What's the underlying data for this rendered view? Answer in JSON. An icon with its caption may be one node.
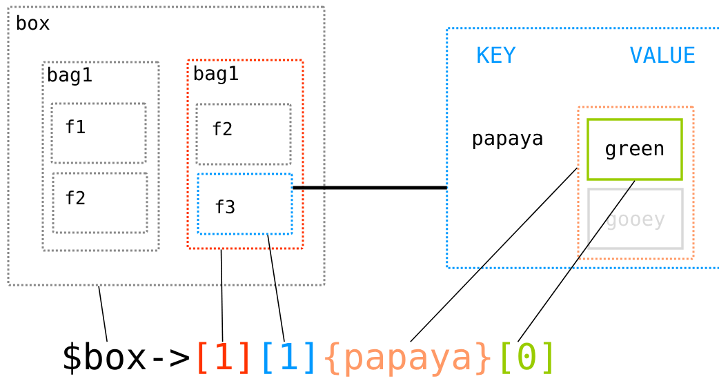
{
  "diagram": {
    "nodes": [
      {
        "text": [
          "box"
        ]
      },
      {
        "text": [
          "bag1"
        ],
        "in": 0
      },
      {
        "text": [
          "f1"
        ],
        "in": 1
      },
      {
        "text": [
          "f2"
        ],
        "in": 1
      },
      {
        "text": [
          "bag1"
        ],
        "in": 0
      },
      {
        "text": [
          "f2"
        ],
        "in": 4
      },
      {
        "text": [
          "f3"
        ],
        "in": 4
      },
      {
        "text": [
          "KEY",
          "VALUE",
          "papaya"
        ]
      },
      {
        "text": [],
        "shape": "box",
        "in": 7
      },
      {
        "text": [
          "green"
        ],
        "in": 8
      },
      {
        "text": [
          "gooey"
        ],
        "in": 8
      },
      {
        "text": [
          "$box->"
        ]
      },
      {
        "text": [
          "[1]"
        ]
      },
      {
        "text": [
          "[1]"
        ]
      },
      {
        "text": [
          "{papaya}"
        ]
      },
      {
        "text": [
          "[0]"
        ]
      }
    ],
    "edges": [
      {
        "from": 11,
        "to": 0,
        "arrow": "none"
      },
      {
        "from": 12,
        "to": 4,
        "arrow": "none"
      },
      {
        "from": 13,
        "to": 6,
        "arrow": "none"
      },
      {
        "from": 14,
        "to": 8,
        "arrow": "none"
      },
      {
        "from": 15,
        "to": 9,
        "arrow": "none"
      },
      {
        "from": 6,
        "to": 7,
        "arrow": "none",
        "style": "thick"
      }
    ]
  }
}
